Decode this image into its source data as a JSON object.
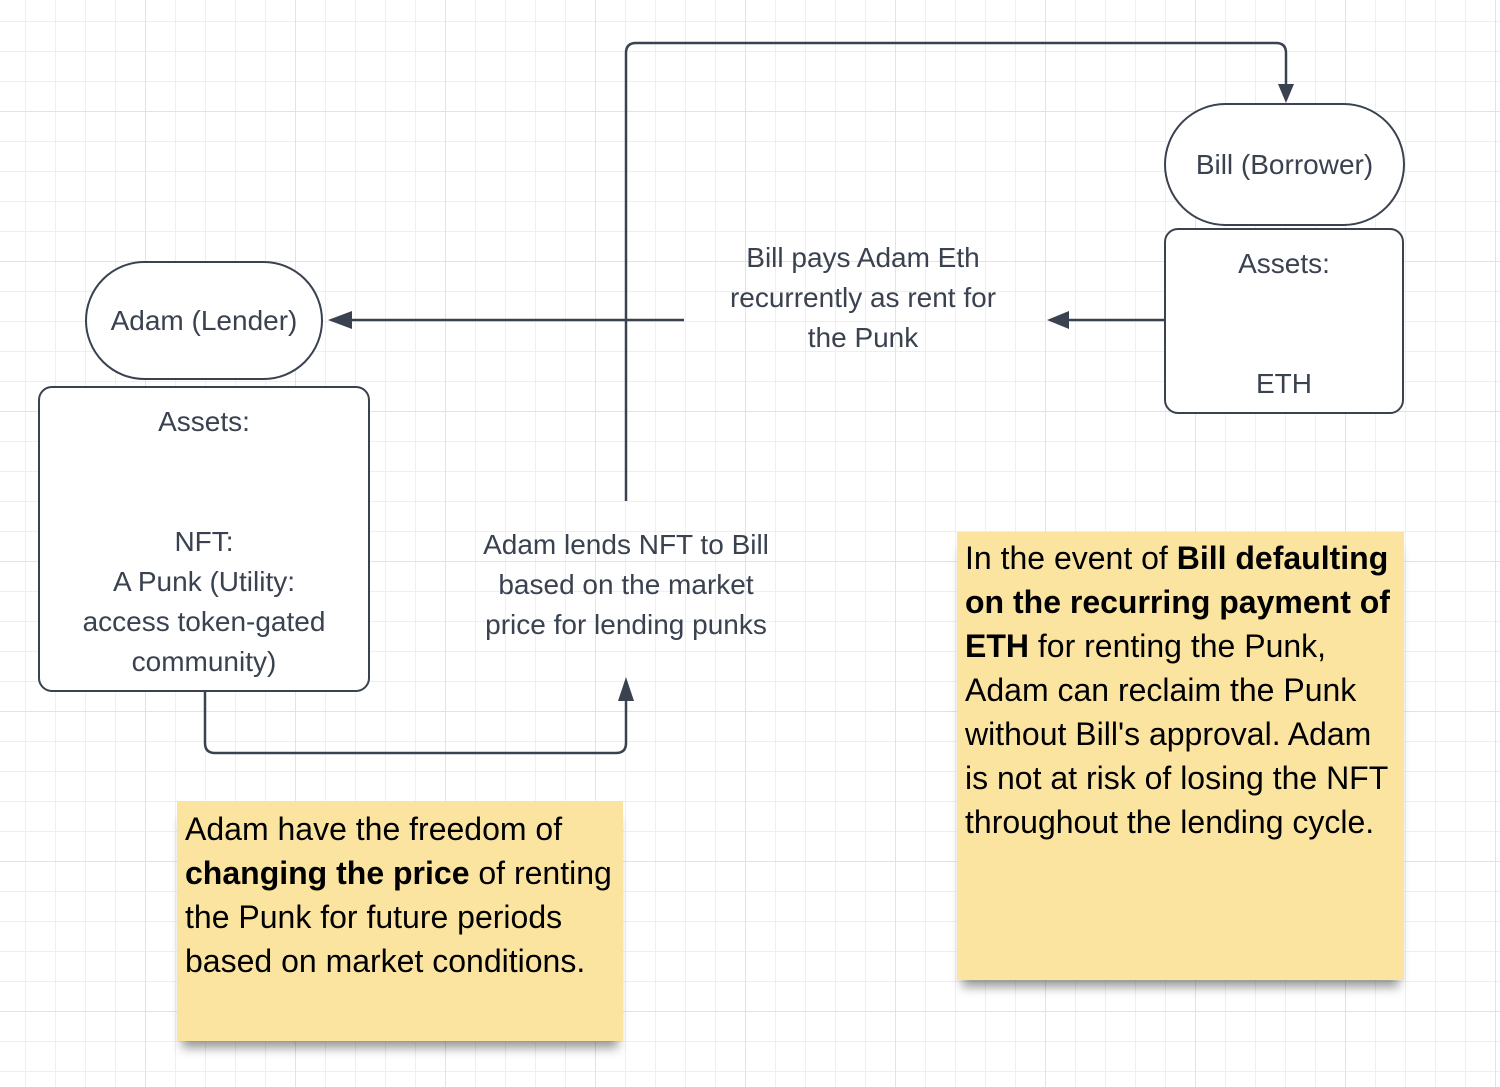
{
  "colors": {
    "stroke": "#3a4250",
    "shape_fill": "#ffffff",
    "note_fill": "#fae4a0",
    "note_text": "#000000",
    "canvas_bg": "#ffffff",
    "grid_line_minor": "#edeff2",
    "grid_line_major": "#e0e3e7"
  },
  "nodes": {
    "adam_lender": {
      "label": "Adam (Lender)"
    },
    "adam_assets": {
      "lines": [
        "Assets:",
        "",
        "",
        "NFT:",
        "A Punk (Utility:",
        "access token-gated",
        "community)"
      ]
    },
    "bill_borrower": {
      "label": "Bill (Borrower)"
    },
    "bill_assets": {
      "lines": [
        "Assets:",
        "",
        "",
        "ETH"
      ]
    }
  },
  "edge_labels": {
    "eth_payment": {
      "lines": [
        "Bill pays Adam Eth",
        "recurrently as rent for",
        "the Punk"
      ]
    },
    "nft_lending": {
      "lines": [
        "Adam lends NFT to Bill",
        "based on the market",
        "price for lending punks"
      ]
    }
  },
  "notes": {
    "price_freedom": {
      "segments": [
        {
          "text": "Adam have the freedom of ",
          "bold": false
        },
        {
          "text": "changing the price",
          "bold": true
        },
        {
          "text": " of renting the Punk for future periods based on market conditions.",
          "bold": false
        }
      ]
    },
    "default_protection": {
      "segments": [
        {
          "text": "In the event of ",
          "bold": false
        },
        {
          "text": "Bill defaulting on the recurring payment of ETH",
          "bold": true
        },
        {
          "text": " for renting the Punk, Adam can reclaim the Punk without Bill's approval. Adam is not at risk of losing the NFT throughout the lending cycle.",
          "bold": false
        }
      ]
    }
  }
}
